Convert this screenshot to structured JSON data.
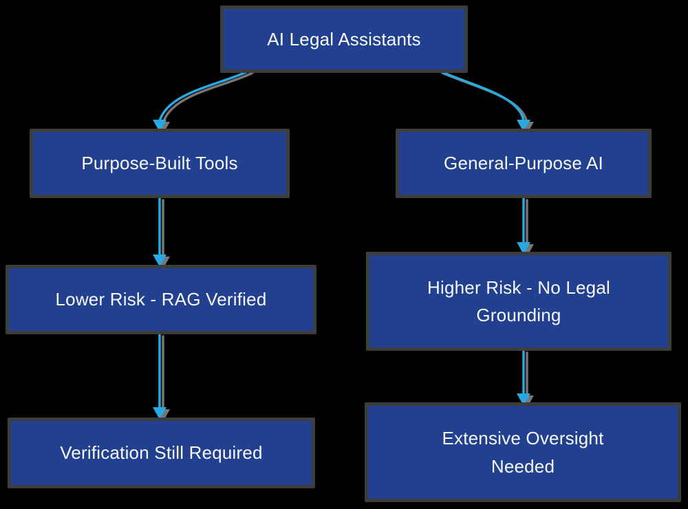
{
  "diagram": {
    "nodes": {
      "root": {
        "label": "AI Legal Assistants"
      },
      "purpose_built": {
        "label": "Purpose-Built Tools"
      },
      "general_purpose": {
        "label": "General-Purpose AI"
      },
      "lower_risk": {
        "label": "Lower Risk - RAG Verified"
      },
      "higher_risk": {
        "label": "Higher Risk - No Legal\nGrounding"
      },
      "verification": {
        "label": "Verification Still Required"
      },
      "oversight": {
        "label": "Extensive Oversight\nNeeded"
      }
    },
    "edges": [
      {
        "from": "AI Legal Assistants",
        "to": "Purpose-Built Tools"
      },
      {
        "from": "AI Legal Assistants",
        "to": "General-Purpose AI"
      },
      {
        "from": "Purpose-Built Tools",
        "to": "Lower Risk - RAG Verified"
      },
      {
        "from": "Lower Risk - RAG Verified",
        "to": "Verification Still Required"
      },
      {
        "from": "General-Purpose AI",
        "to": "Higher Risk - No Legal Grounding"
      },
      {
        "from": "Higher Risk - No Legal Grounding",
        "to": "Extensive Oversight Needed"
      }
    ],
    "colors": {
      "background": "#000000",
      "node_fill": "#21408F",
      "node_border": "#3D3D3D",
      "node_text": "#F8F8F8",
      "arrow": "#29A9E1",
      "arrow_shadow": "#777777"
    }
  }
}
